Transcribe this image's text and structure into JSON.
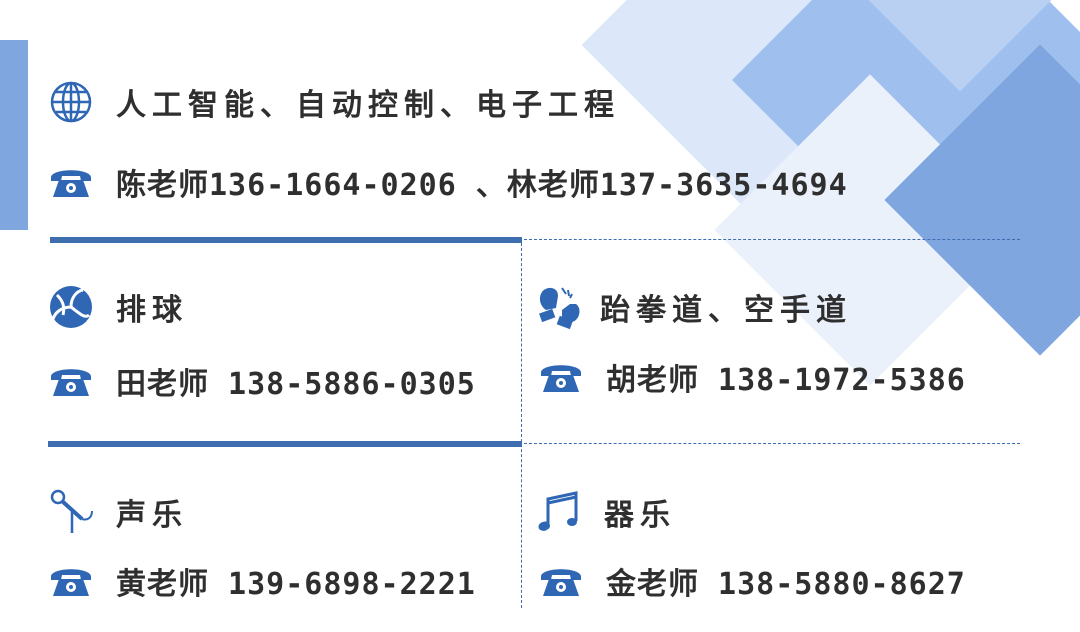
{
  "header": {
    "fields": "人工智能、自动控制、电子工程",
    "contact": "陈老师136-1664-0206 、林老师137-3635-4694"
  },
  "sections": {
    "volleyball": {
      "title": "排球",
      "contact": "田老师 138-5886-0305"
    },
    "taekwondo": {
      "title": "跆拳道、空手道",
      "contact": "胡老师 138-1972-5386"
    },
    "vocal": {
      "title": "声乐",
      "contact": "黄老师 139-6898-2221"
    },
    "instrument": {
      "title": "器乐",
      "contact": "金老师 138-5880-8627"
    }
  },
  "colors": {
    "accent": "#3e6db0",
    "icon": "#2f67b5",
    "text": "#2f2f2f",
    "decor": "#7fa6df"
  },
  "icons": [
    "globe-icon",
    "phone-icon",
    "volleyball-icon",
    "boxing-gloves-icon",
    "microphone-icon",
    "music-note-icon"
  ]
}
